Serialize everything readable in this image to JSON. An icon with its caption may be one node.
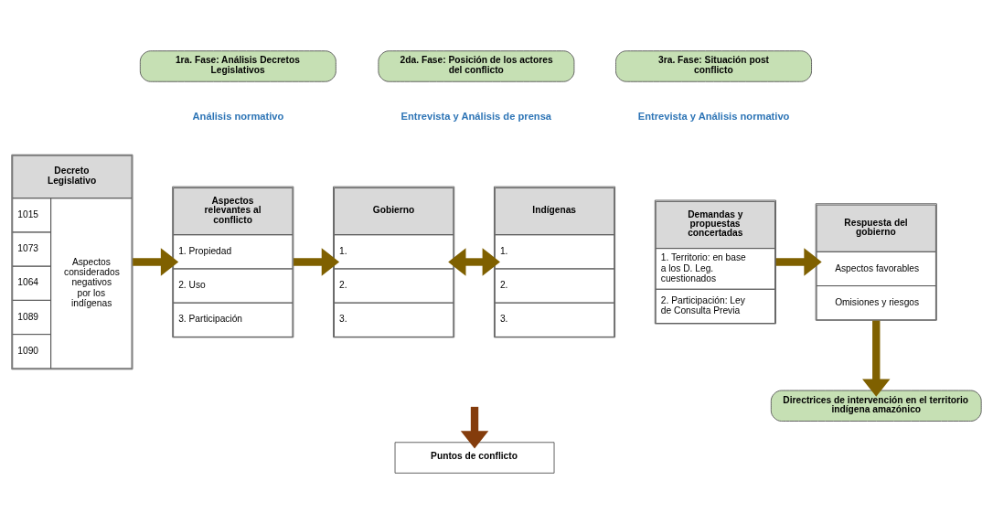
{
  "diagram": {
    "nodes": [
      {
        "text": [
          "1ra. Fase: Análisis Decretos Legislativos"
        ]
      },
      {
        "text": [
          "2da. Fase: Posición de los actores del conflicto"
        ]
      },
      {
        "text": [
          "3ra. Fase: Situación post conflicto"
        ]
      },
      {
        "text": [
          "Decreto Legislativo",
          "1015",
          "1073",
          "1064",
          "1089",
          "1090",
          "Aspectos considerados negativos por los indígenas"
        ]
      },
      {
        "text": [
          "Aspectos relevantes al conflicto",
          "1. Propiedad",
          "2. Uso",
          "3. Participación"
        ]
      },
      {
        "text": [
          "Gobierno",
          "1.",
          "2.",
          "3."
        ]
      },
      {
        "text": [
          "Indígenas",
          "1.",
          "2.",
          "3."
        ]
      },
      {
        "text": [
          "Puntos de conflicto"
        ]
      },
      {
        "text": [
          "Demandas y propuestas concertadas",
          "1. Territorio: en base a los D. Leg. cuestionados",
          "2. Participación: Ley de Consulta Previa"
        ]
      },
      {
        "text": [
          "Respuesta del gobierno",
          "Aspectos favorables",
          "Omisiones y riesgos"
        ]
      },
      {
        "text": [
          "Directrices de intervención en el territorio indígena amazónico"
        ]
      }
    ],
    "edges": [
      {
        "from": 3,
        "to": 4,
        "arrow": "to"
      },
      {
        "from": 4,
        "to": 5,
        "arrow": "to"
      },
      {
        "from": 5,
        "to": 6,
        "arrow": "both"
      },
      {
        "from": null,
        "to": 7,
        "arrow": "to",
        "color": "#843c0c"
      },
      {
        "from": 8,
        "to": 9,
        "arrow": "to"
      },
      {
        "from": 9,
        "to": 10,
        "arrow": "to"
      }
    ],
    "labels": [
      "Análisis normativo",
      "Entrevista y Análisis de prensa",
      "Entrevista y Análisis normativo"
    ]
  }
}
